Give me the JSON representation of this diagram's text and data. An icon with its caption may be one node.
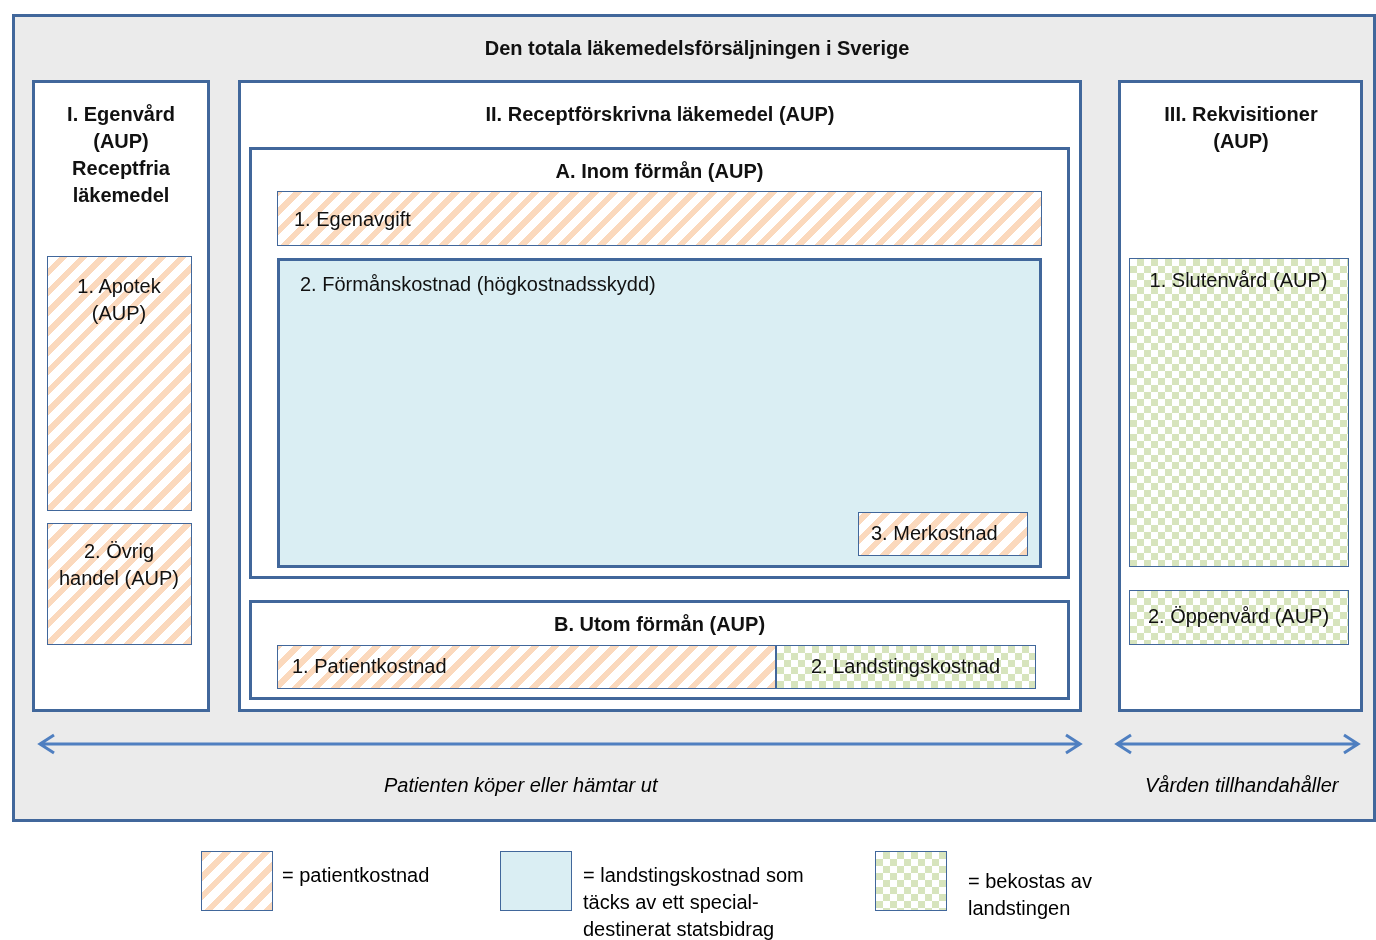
{
  "diagram": {
    "nodes": [
      {
        "text": [
          "Den totala läkemedelsförsäljningen i Sverige"
        ]
      },
      {
        "text": [
          "I. Egenvård (AUP) Receptfria läkemedel"
        ],
        "in": 0
      },
      {
        "text": [
          "1. Apotek (AUP)"
        ],
        "in": 1
      },
      {
        "text": [
          "2. Övrig handel (AUP)"
        ],
        "in": 1
      },
      {
        "text": [
          "II. Receptförskrivna läkemedel (AUP)"
        ],
        "in": 0
      },
      {
        "text": [
          "A. Inom förmån (AUP)"
        ],
        "in": 4
      },
      {
        "text": [
          "1. Egenavgift"
        ],
        "in": 5
      },
      {
        "text": [
          "2. Förmånskostnad (högkostnadsskydd)"
        ],
        "in": 5
      },
      {
        "text": [
          "3. Merkostnad"
        ],
        "in": 7
      },
      {
        "text": [
          "B. Utom förmån (AUP)"
        ],
        "in": 4
      },
      {
        "text": [
          "1. Patientkostnad"
        ],
        "in": 9
      },
      {
        "text": [
          "2. Landstingskostnad"
        ],
        "in": 9
      },
      {
        "text": [
          "III. Rekvisitioner (AUP)"
        ],
        "in": 0
      },
      {
        "text": [
          "1. Slutenvård (AUP)"
        ],
        "in": 12
      },
      {
        "text": [
          "2. Öppenvård (AUP)"
        ],
        "in": 12
      }
    ],
    "edges": [],
    "labels": [
      "Patienten köper eller hämtar ut",
      "Vården tillhandahåller"
    ],
    "legend": [
      {
        "text": "= patientkostnad"
      },
      {
        "text": "= landstingskostnad som täcks av ett special-destinerat statsbidrag",
        "color": "#daeef3"
      },
      {
        "text": "= bekostas av landstingen"
      }
    ]
  }
}
